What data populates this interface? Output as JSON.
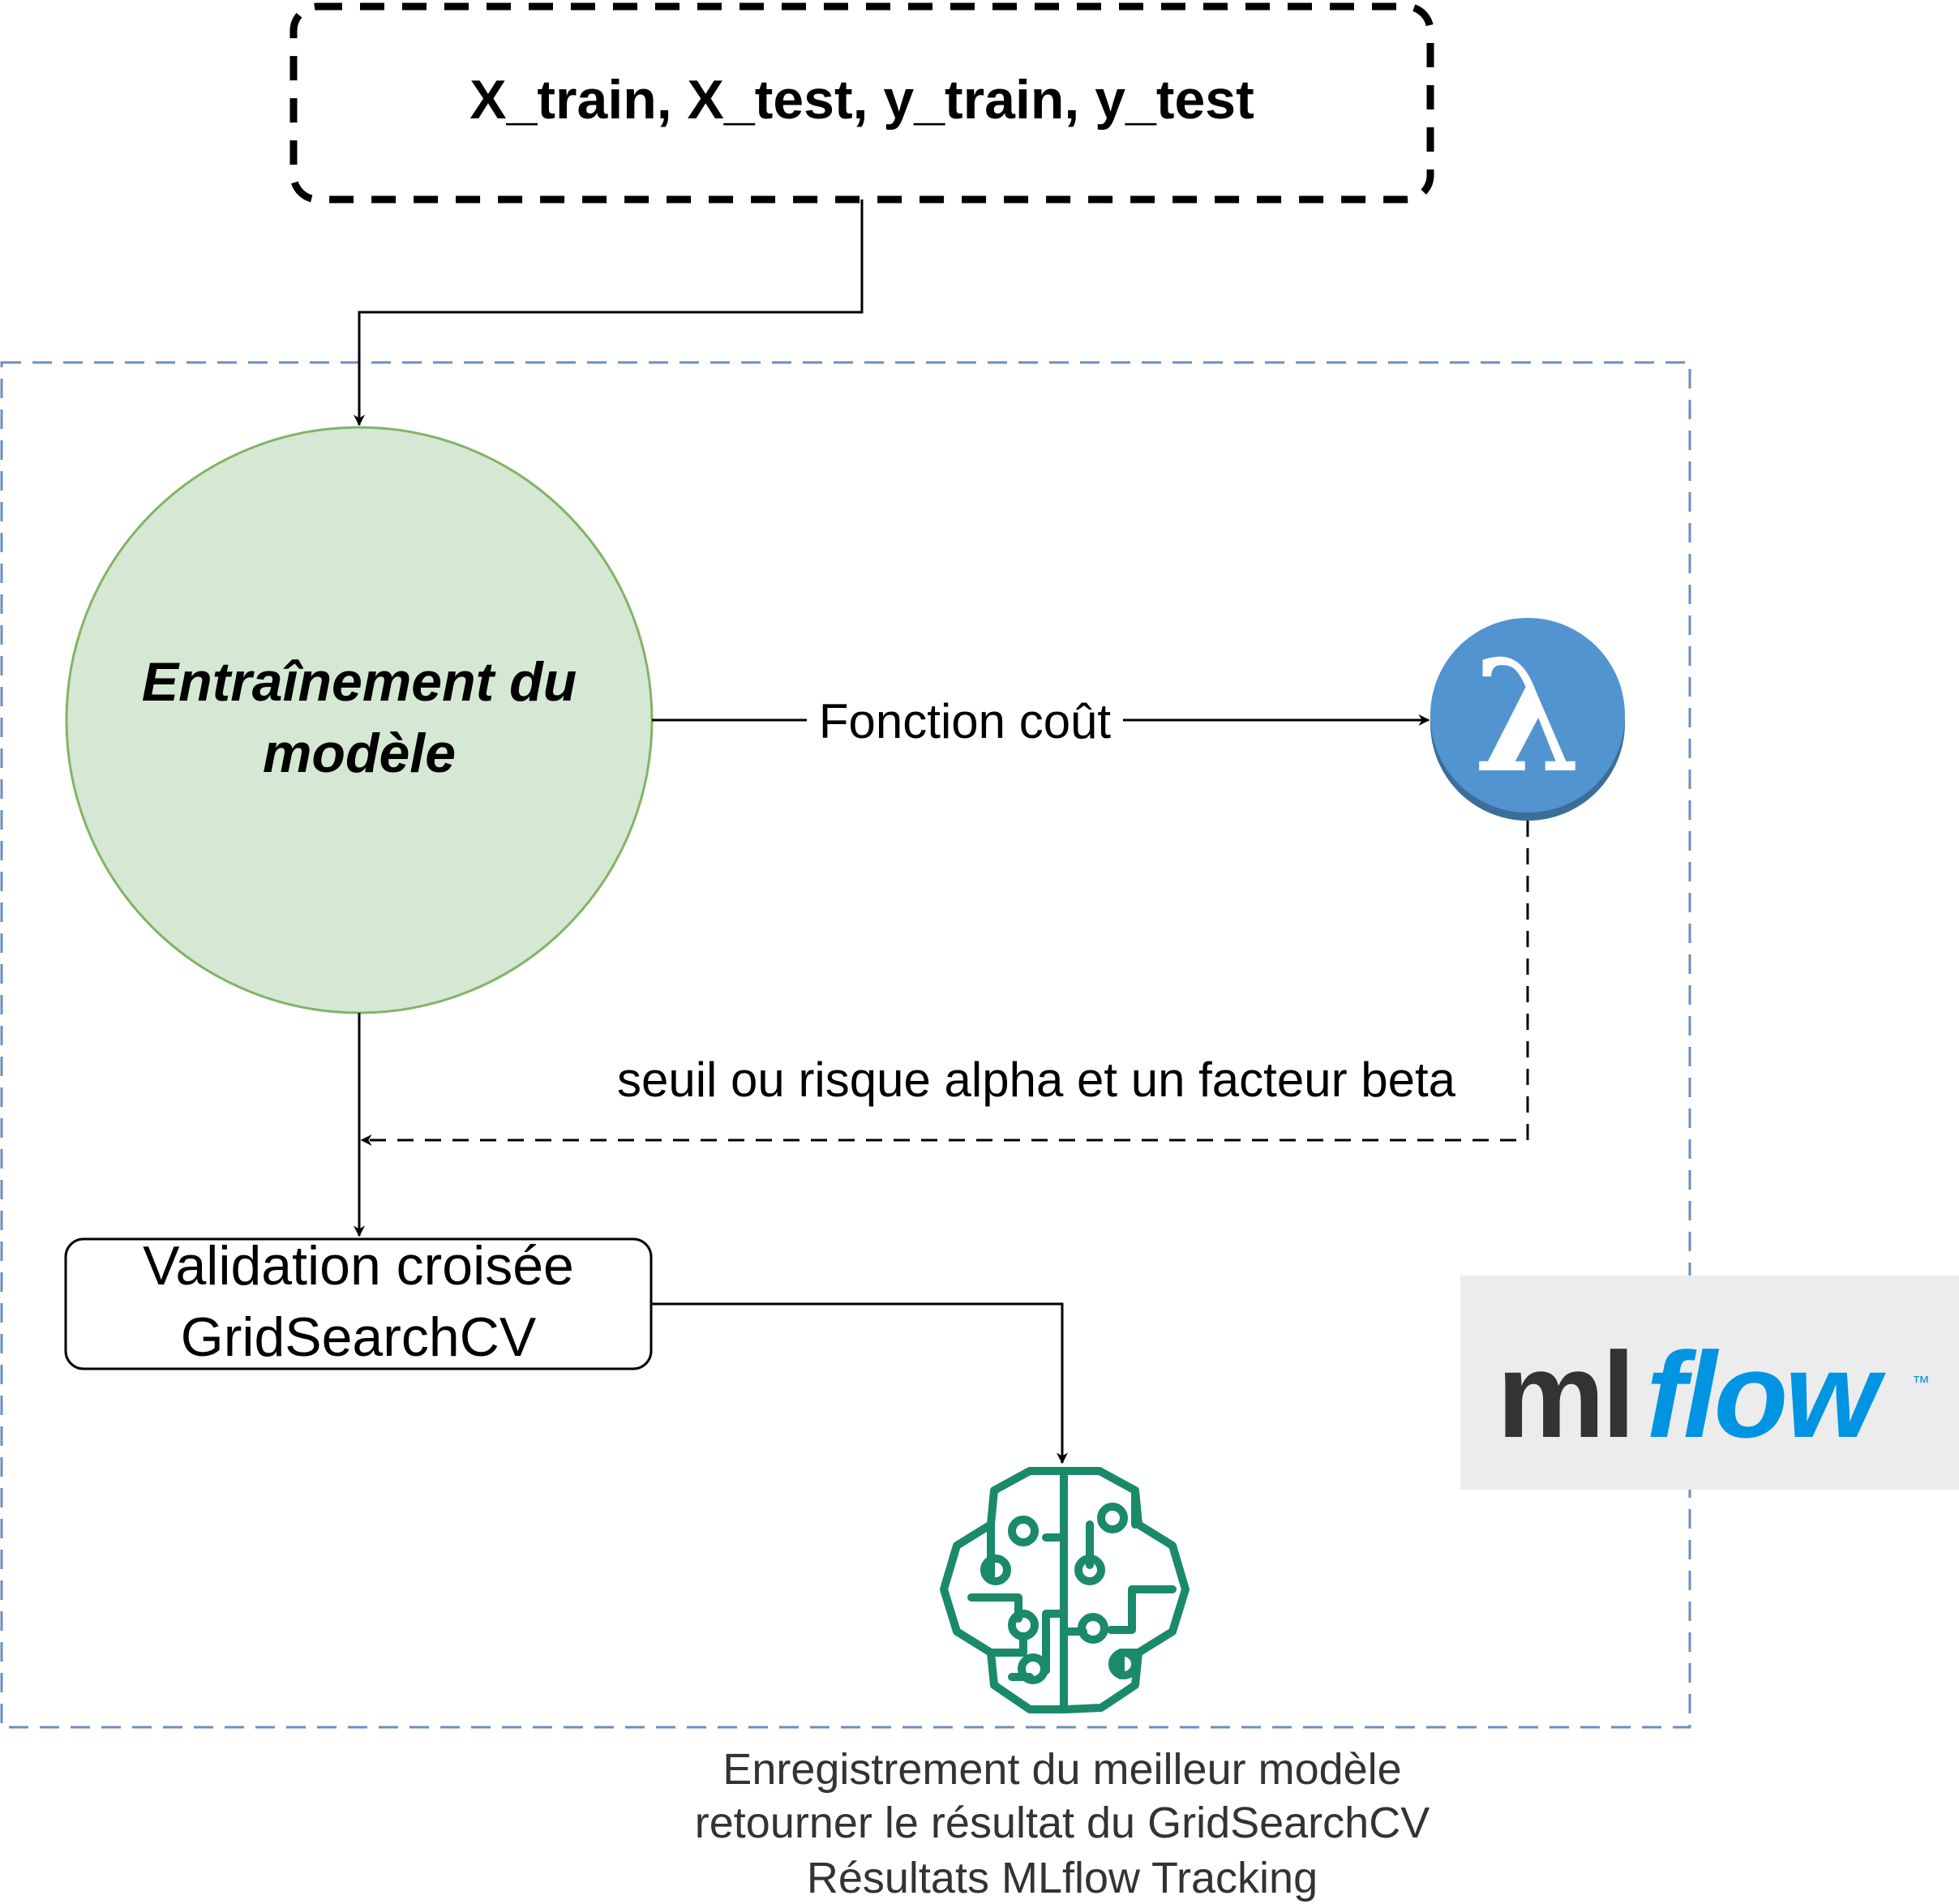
{
  "nodes": {
    "inputs": {
      "label": "X_train, X_test, y_train, y_test"
    },
    "training": {
      "line1": "Entraînement du",
      "line2": "modèle"
    },
    "cost_function": {
      "icon": "lambda-icon",
      "symbol": "λ"
    },
    "validation": {
      "line1": "Validation croisée",
      "line2": "GridSearchCV"
    },
    "best_model": {
      "icon": "brain-circuit-icon"
    },
    "mlflow_logo": {
      "text_ml": "ml",
      "text_flow": "flow",
      "tm": "™"
    }
  },
  "edges": {
    "cost_label": "Fonction coût",
    "threshold_label": "seuil ou risque alpha et un facteur beta"
  },
  "caption": {
    "line1": "Enregistrement du meilleur modèle",
    "line2": "retourner le résultat du GridSearchCV",
    "line3": "Résultats MLflow Tracking"
  },
  "colors": {
    "container_border": "#6c8ebf",
    "circle_fill": "#d5e8d4",
    "circle_stroke": "#82b366",
    "lambda_fill": "#5294cf",
    "lambda_shadow": "#3b6e9a",
    "brain": "#1a8a6a",
    "mlflow_bg": "#ececec",
    "mlflow_dark": "#333333",
    "mlflow_blue": "#0194e2"
  }
}
